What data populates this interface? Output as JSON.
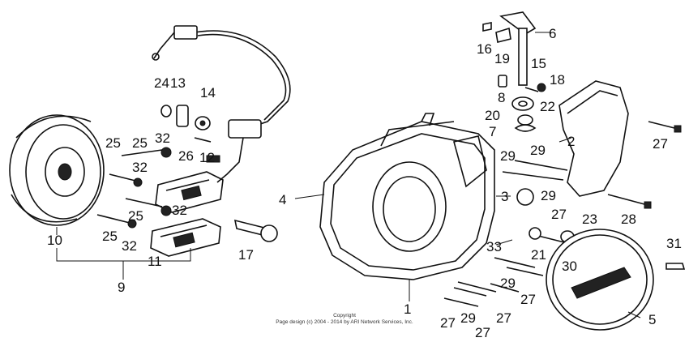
{
  "labels": {
    "l1": "1",
    "l2": "2",
    "l3": "3",
    "l4": "4",
    "l5": "5",
    "l6": "6",
    "l7": "7",
    "l8": "8",
    "l9": "9",
    "l10": "10",
    "l11": "11",
    "l12": "12",
    "l13": "13",
    "l14": "14",
    "l15": "15",
    "l16": "16",
    "l17": "17",
    "l18": "18",
    "l19": "19",
    "l20": "20",
    "l21": "21",
    "l22": "22",
    "l23": "23",
    "l24": "24",
    "l25a": "25",
    "l25b": "25",
    "l25c": "25",
    "l25d": "25",
    "l26": "26",
    "l27a": "27",
    "l27b": "27",
    "l27c": "27",
    "l27d": "27",
    "l27e": "27",
    "l27f": "27",
    "l28": "28",
    "l29a": "29",
    "l29b": "29",
    "l29c": "29",
    "l29d": "29",
    "l29e": "29",
    "l30": "30",
    "l31": "31",
    "l32a": "32",
    "l32b": "32",
    "l32c": "32",
    "l32d": "32",
    "l33": "33"
  },
  "copyright": {
    "line1": "Copyright",
    "line2": "Page design (c) 2004 - 2014 by ARI Network Services, Inc."
  }
}
